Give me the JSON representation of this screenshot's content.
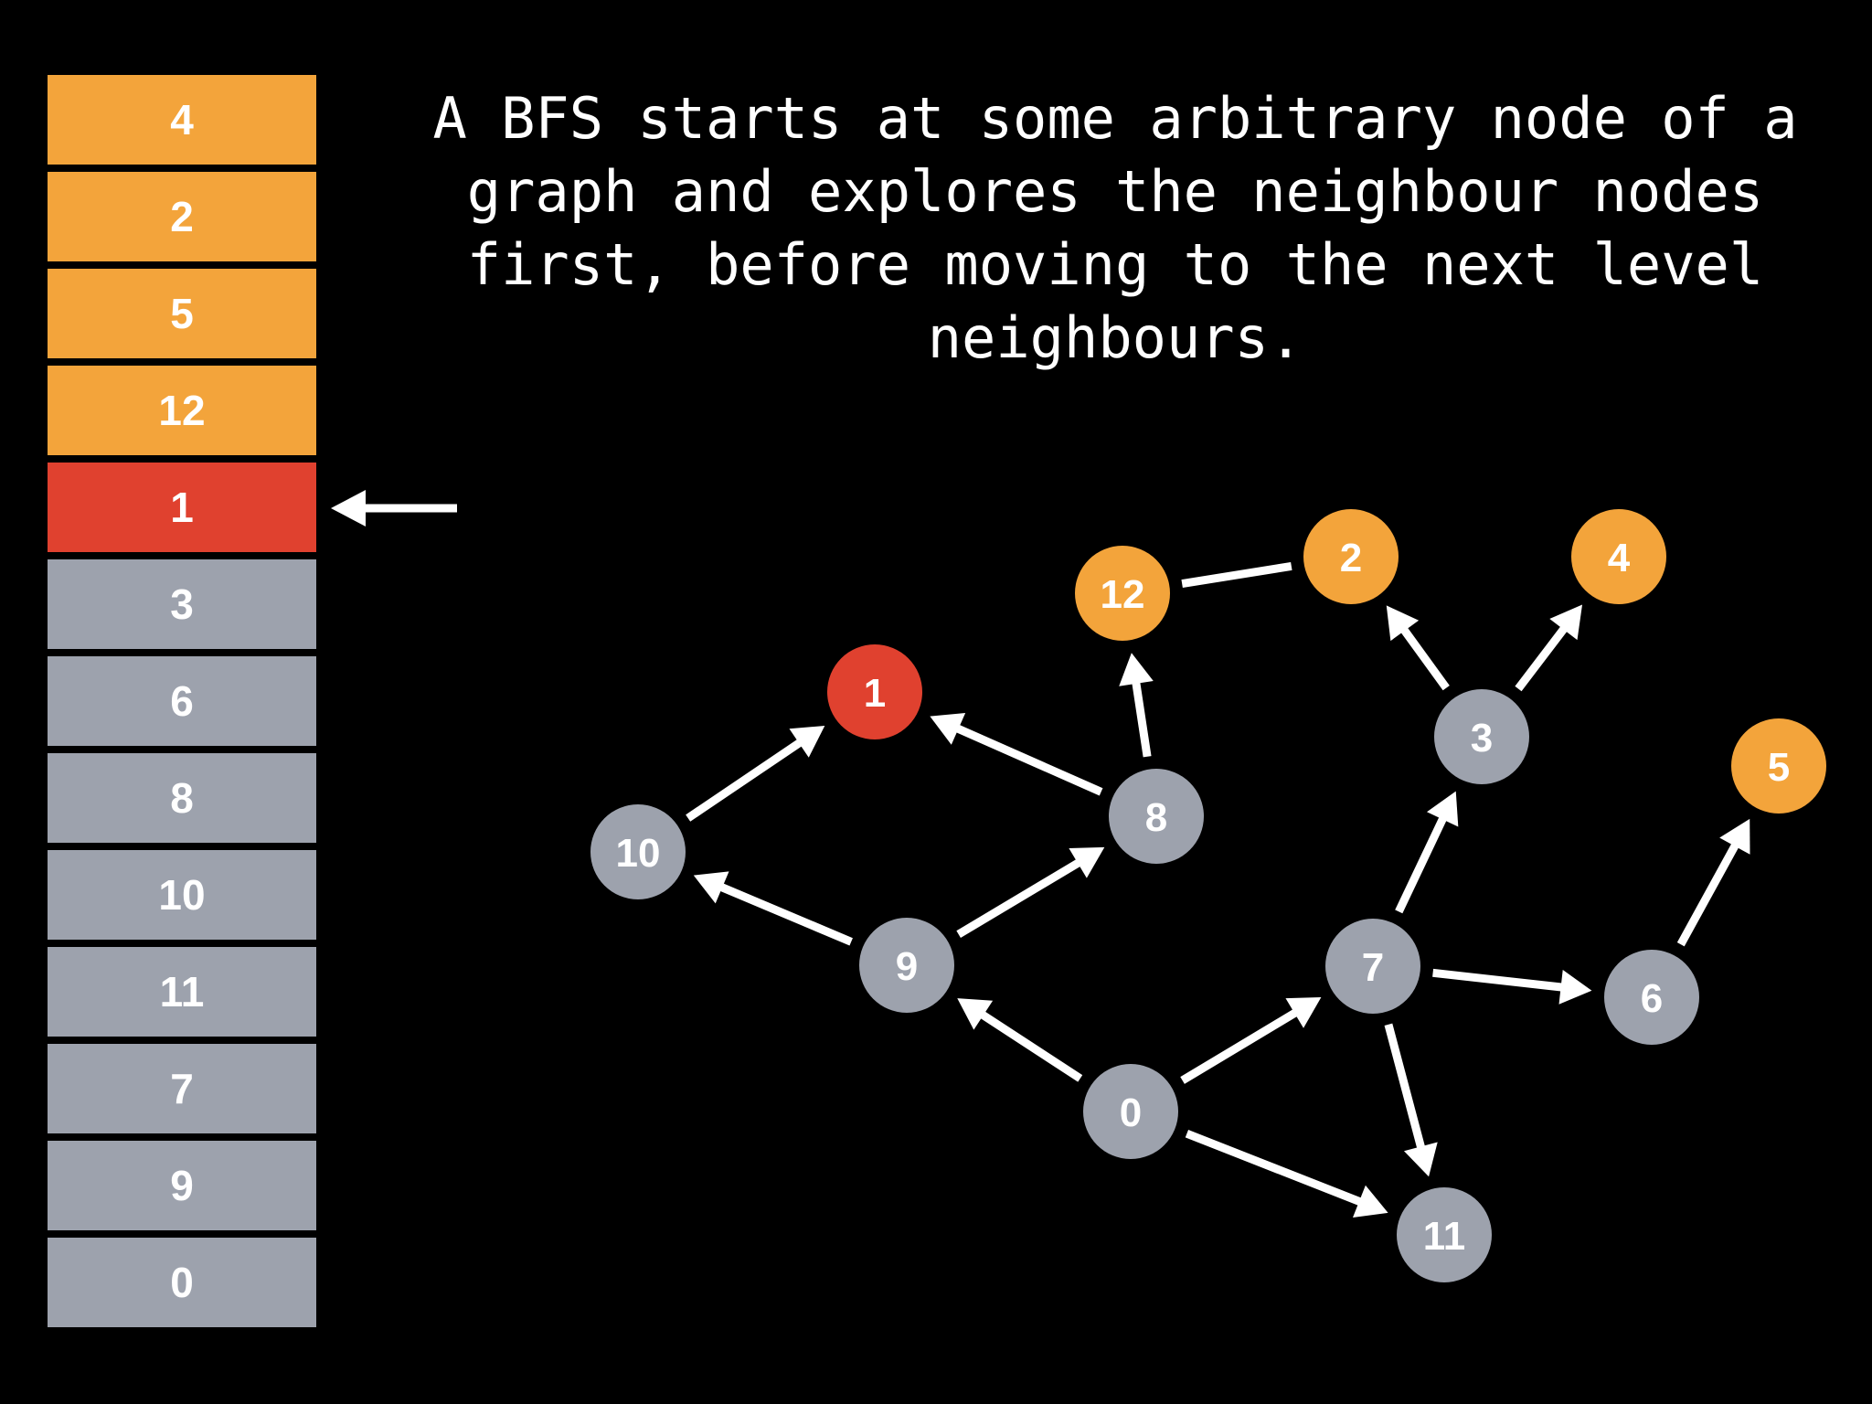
{
  "colors": {
    "background": "#000000",
    "visited": "#f3a43b",
    "current": "#e0412f",
    "queued": "#9da2ad",
    "edge": "#ffffff"
  },
  "caption": "A BFS starts at some arbitrary node of a graph and explores the neighbour nodes first, before moving to the next level neighbours.",
  "queue": {
    "cells": [
      {
        "label": "4",
        "state": "visited"
      },
      {
        "label": "2",
        "state": "visited"
      },
      {
        "label": "5",
        "state": "visited"
      },
      {
        "label": "12",
        "state": "visited"
      },
      {
        "label": "1",
        "state": "current"
      },
      {
        "label": "3",
        "state": "queued"
      },
      {
        "label": "6",
        "state": "queued"
      },
      {
        "label": "8",
        "state": "queued"
      },
      {
        "label": "10",
        "state": "queued"
      },
      {
        "label": "11",
        "state": "queued"
      },
      {
        "label": "7",
        "state": "queued"
      },
      {
        "label": "9",
        "state": "queued"
      },
      {
        "label": "0",
        "state": "queued"
      }
    ]
  },
  "graph": {
    "nodes": [
      {
        "id": "0",
        "label": "0",
        "state": "queued"
      },
      {
        "id": "1",
        "label": "1",
        "state": "current"
      },
      {
        "id": "2",
        "label": "2",
        "state": "visited"
      },
      {
        "id": "3",
        "label": "3",
        "state": "queued"
      },
      {
        "id": "4",
        "label": "4",
        "state": "visited"
      },
      {
        "id": "5",
        "label": "5",
        "state": "visited"
      },
      {
        "id": "6",
        "label": "6",
        "state": "queued"
      },
      {
        "id": "7",
        "label": "7",
        "state": "queued"
      },
      {
        "id": "8",
        "label": "8",
        "state": "queued"
      },
      {
        "id": "9",
        "label": "9",
        "state": "queued"
      },
      {
        "id": "10",
        "label": "10",
        "state": "queued"
      },
      {
        "id": "11",
        "label": "11",
        "state": "queued"
      },
      {
        "id": "12",
        "label": "12",
        "state": "visited"
      }
    ],
    "edges": [
      {
        "from": "0",
        "to": "9",
        "directed": true
      },
      {
        "from": "0",
        "to": "7",
        "directed": true
      },
      {
        "from": "0",
        "to": "11",
        "directed": true
      },
      {
        "from": "9",
        "to": "10",
        "directed": true
      },
      {
        "from": "9",
        "to": "8",
        "directed": true
      },
      {
        "from": "10",
        "to": "1",
        "directed": true
      },
      {
        "from": "8",
        "to": "1",
        "directed": true
      },
      {
        "from": "8",
        "to": "12",
        "directed": true
      },
      {
        "from": "12",
        "to": "2",
        "directed": false
      },
      {
        "from": "7",
        "to": "3",
        "directed": true
      },
      {
        "from": "7",
        "to": "6",
        "directed": true
      },
      {
        "from": "7",
        "to": "11",
        "directed": true
      },
      {
        "from": "3",
        "to": "2",
        "directed": true
      },
      {
        "from": "3",
        "to": "4",
        "directed": true
      },
      {
        "from": "6",
        "to": "5",
        "directed": true
      }
    ]
  }
}
